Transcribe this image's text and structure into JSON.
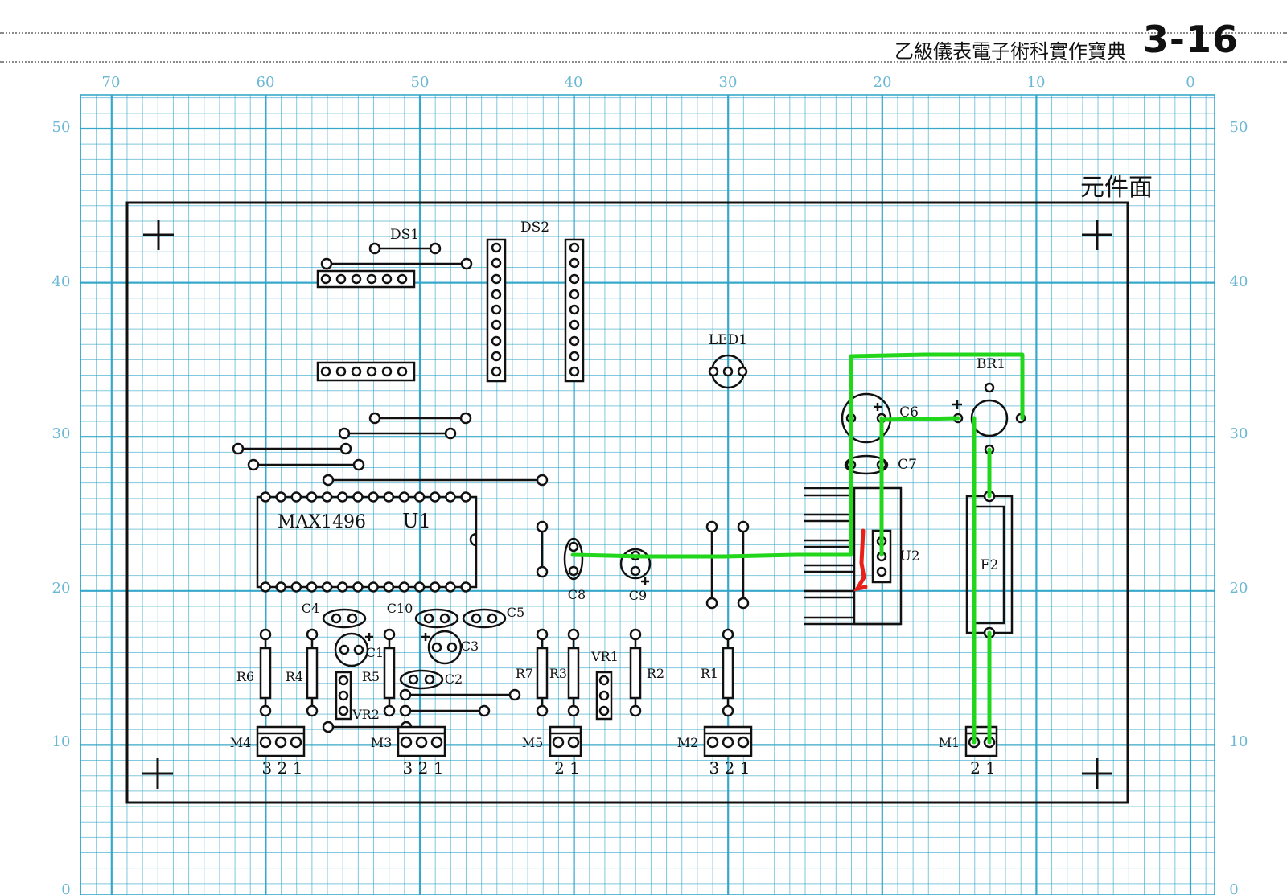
{
  "header": {
    "page_number": "3-16",
    "book_title": "乙級儀表電子術科實作寶典"
  },
  "board": {
    "side_label": "元件面",
    "x_axis_ticks": [
      "0",
      "10",
      "20",
      "30",
      "40",
      "50",
      "60",
      "70"
    ],
    "y_axis_ticks": [
      "0",
      "10",
      "20",
      "30",
      "40",
      "50"
    ]
  },
  "components": {
    "U1": {
      "ref": "U1",
      "part": "MAX1496"
    },
    "U2": "U2",
    "DS1": "DS1",
    "DS2": "DS2",
    "LED1": "LED1",
    "BR1": "BR1",
    "C1": "C1",
    "C2": "C2",
    "C3": "C3",
    "C4": "C4",
    "C5": "C5",
    "C6": "C6",
    "C7": "C7",
    "C8": "C8",
    "C9": "C9",
    "C10": "C10",
    "R1": "R1",
    "R2": "R2",
    "R3": "R3",
    "R4": "R4",
    "R5": "R5",
    "R6": "R6",
    "R7": "R7",
    "VR1": "VR1",
    "VR2": "VR2",
    "F2": "F2",
    "M1": {
      "ref": "M1",
      "pins": "2 1"
    },
    "M2": {
      "ref": "M2",
      "pins": "3 2 1"
    },
    "M3": {
      "ref": "M3",
      "pins": "3 2 1"
    },
    "M4": {
      "ref": "M4",
      "pins": "3 2 1"
    },
    "M5": {
      "ref": "M5",
      "pins": "2 1"
    }
  },
  "colors": {
    "grid": "#2ca3c6",
    "axis_text": "#6cb8d4",
    "outline": "#111111",
    "trace_green": "#22d61c",
    "trace_red": "#e8201a"
  }
}
